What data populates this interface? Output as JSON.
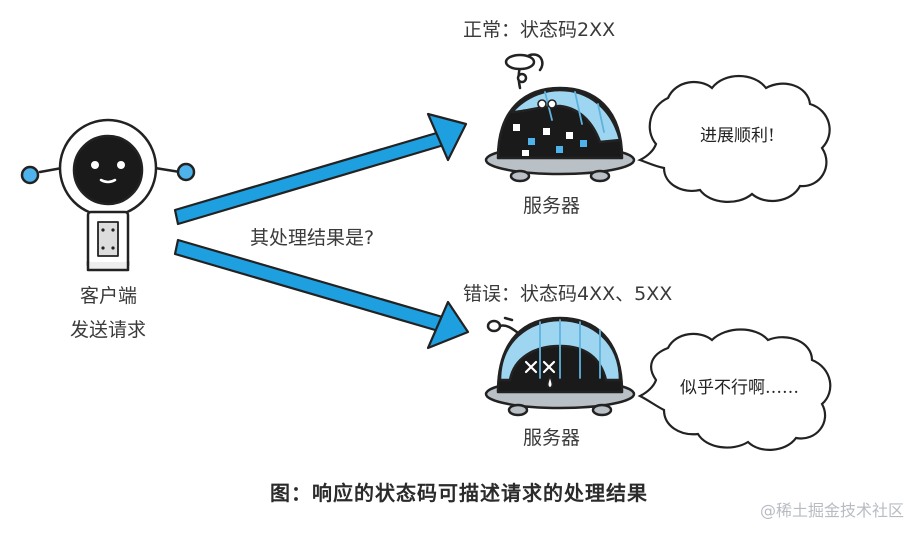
{
  "client": {
    "name": "客户端",
    "action": "发送请求"
  },
  "question": "其处理结果是?",
  "success": {
    "status": "正常：状态码2XX",
    "server": "服务器",
    "speech": "进展顺利!"
  },
  "error": {
    "status": "错误：状态码4XX、5XX",
    "server": "服务器",
    "speech": "似乎不行啊……"
  },
  "caption": "图：响应的状态码可描述请求的处理结果",
  "watermark": "@稀土掘金技术社区",
  "colors": {
    "arrow": "#1e9fe0",
    "dome": "#9ed6f2",
    "outline": "#222222"
  }
}
